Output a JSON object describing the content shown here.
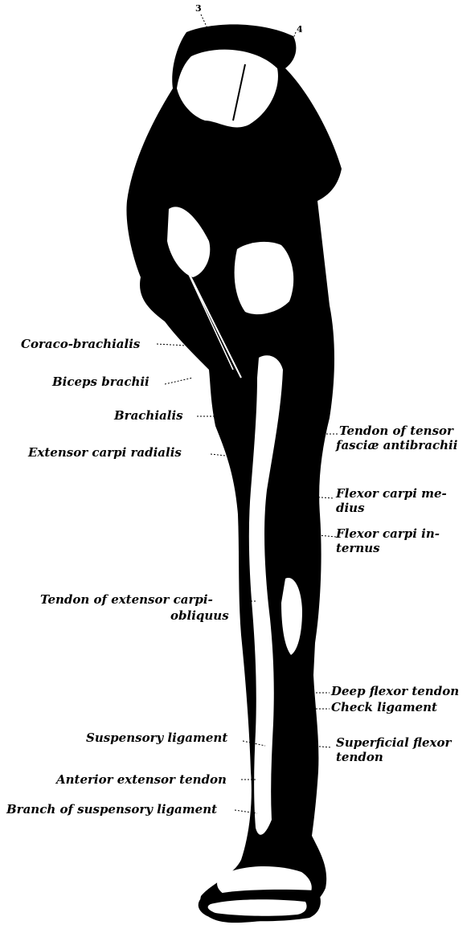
{
  "figure": {
    "number_labels": [
      "3",
      "4"
    ],
    "left_labels": [
      {
        "id": "coraco",
        "text": "Coraco-brachialis"
      },
      {
        "id": "biceps",
        "text": "Biceps brachii"
      },
      {
        "id": "brachialis",
        "text": "Brachialis"
      },
      {
        "id": "ecr",
        "text": "Extensor carpi radialis"
      },
      {
        "id": "teco1",
        "text": "Tendon of extensor carpi-"
      },
      {
        "id": "teco2",
        "text": "obliquus"
      },
      {
        "id": "susp",
        "text": "Suspensory ligament"
      },
      {
        "id": "ant",
        "text": "Anterior extensor tendon"
      },
      {
        "id": "branch",
        "text": "Branch of suspensory ligament"
      }
    ],
    "right_labels": [
      {
        "id": "tt1",
        "text": "Tendon of tensor"
      },
      {
        "id": "tt2",
        "text": "fasciæ antibrachii"
      },
      {
        "id": "fcm1",
        "text": "Flexor carpi me-"
      },
      {
        "id": "fcm2",
        "text": "dius"
      },
      {
        "id": "fci1",
        "text": "Flexor carpi in-"
      },
      {
        "id": "fci2",
        "text": "ternus"
      },
      {
        "id": "dft",
        "text": "Deep flexor tendon"
      },
      {
        "id": "check",
        "text": "Check ligament"
      },
      {
        "id": "sft1",
        "text": "Superficial flexor"
      },
      {
        "id": "sft2",
        "text": "tendon"
      }
    ]
  },
  "colors": {
    "ink": "#000000",
    "paper": "#ffffff"
  }
}
